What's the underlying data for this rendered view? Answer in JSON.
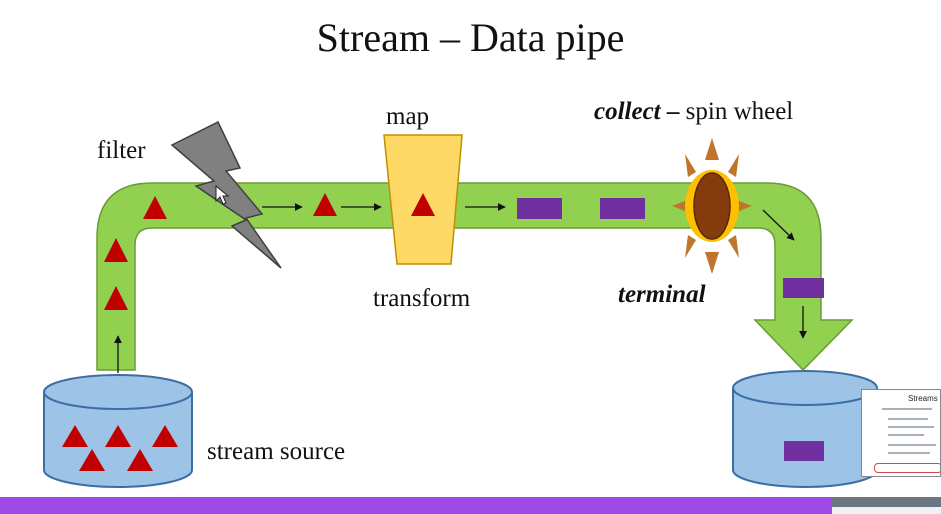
{
  "slide": {
    "title": "Stream – Data pipe"
  },
  "labels": {
    "filter": "filter",
    "map": "map",
    "transform": "transform",
    "collect": "collect",
    "collect_dash": " – ",
    "spin_wheel": "spin wheel",
    "terminal": "terminal",
    "stream_source": "stream source"
  },
  "thumbnail": {
    "title": "Streams"
  },
  "playback": {
    "progress": 0.884
  },
  "colors": {
    "pipe": "#92d050",
    "pipe_stroke": "#6a9a3a",
    "triangle": "#c00000",
    "rectangle": "#7030a0",
    "cylinder": "#9dc3e6",
    "map_funnel": "#ffd966",
    "collect_sun": "#c0762a",
    "collect_core": "#843c0c",
    "lightning": "#7f7f7f",
    "progress": "#9f49e6"
  },
  "icons": {
    "filter_symbol": "lightning-bolt-icon",
    "map_symbol": "funnel-icon",
    "collect_symbol": "spinning-sun-wheel-icon",
    "source": "database-cylinder-icon",
    "destination": "database-cylinder-icon"
  }
}
